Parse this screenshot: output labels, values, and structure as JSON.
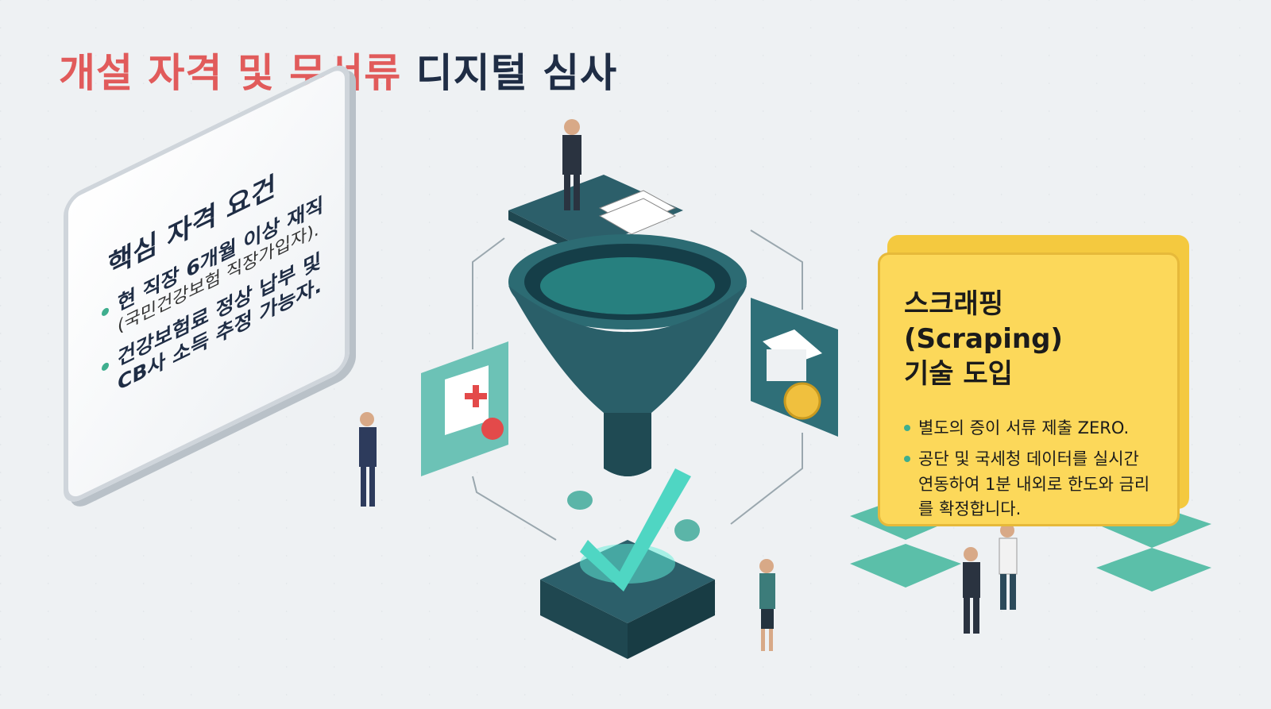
{
  "title": {
    "part_red": "개설 자격 및 무서류",
    "part_navy": "디지털 심사"
  },
  "left_card": {
    "heading": "핵심 자격 요건",
    "items": [
      {
        "text": "현 직장 6개월 이상 재직",
        "sub": "(국민건강보험 직장가입자)."
      },
      {
        "text": "건강보험료 정상 납부 및 CB사 소득 추정 가능자.",
        "sub": ""
      }
    ]
  },
  "right_card": {
    "heading_line1": "스크래핑(Scraping)",
    "heading_line2": "기술 도입",
    "items": [
      "별도의 증이 서류 제출 ZERO.",
      "공단 및 국세청 데이터를 실시간 연동하여 1분 내외로 한도와 금리를 확정합니다."
    ]
  },
  "colors": {
    "title_red": "#e15b5b",
    "title_navy": "#1f2d45",
    "teal": "#2f6f78",
    "accent_yellow": "#fcd85a",
    "bullet_green": "#3fae8e"
  },
  "icons": [
    "hospital-icon",
    "bank-icon",
    "coin-icon",
    "funnel-icon",
    "checkmark-icon",
    "documents-icon"
  ]
}
